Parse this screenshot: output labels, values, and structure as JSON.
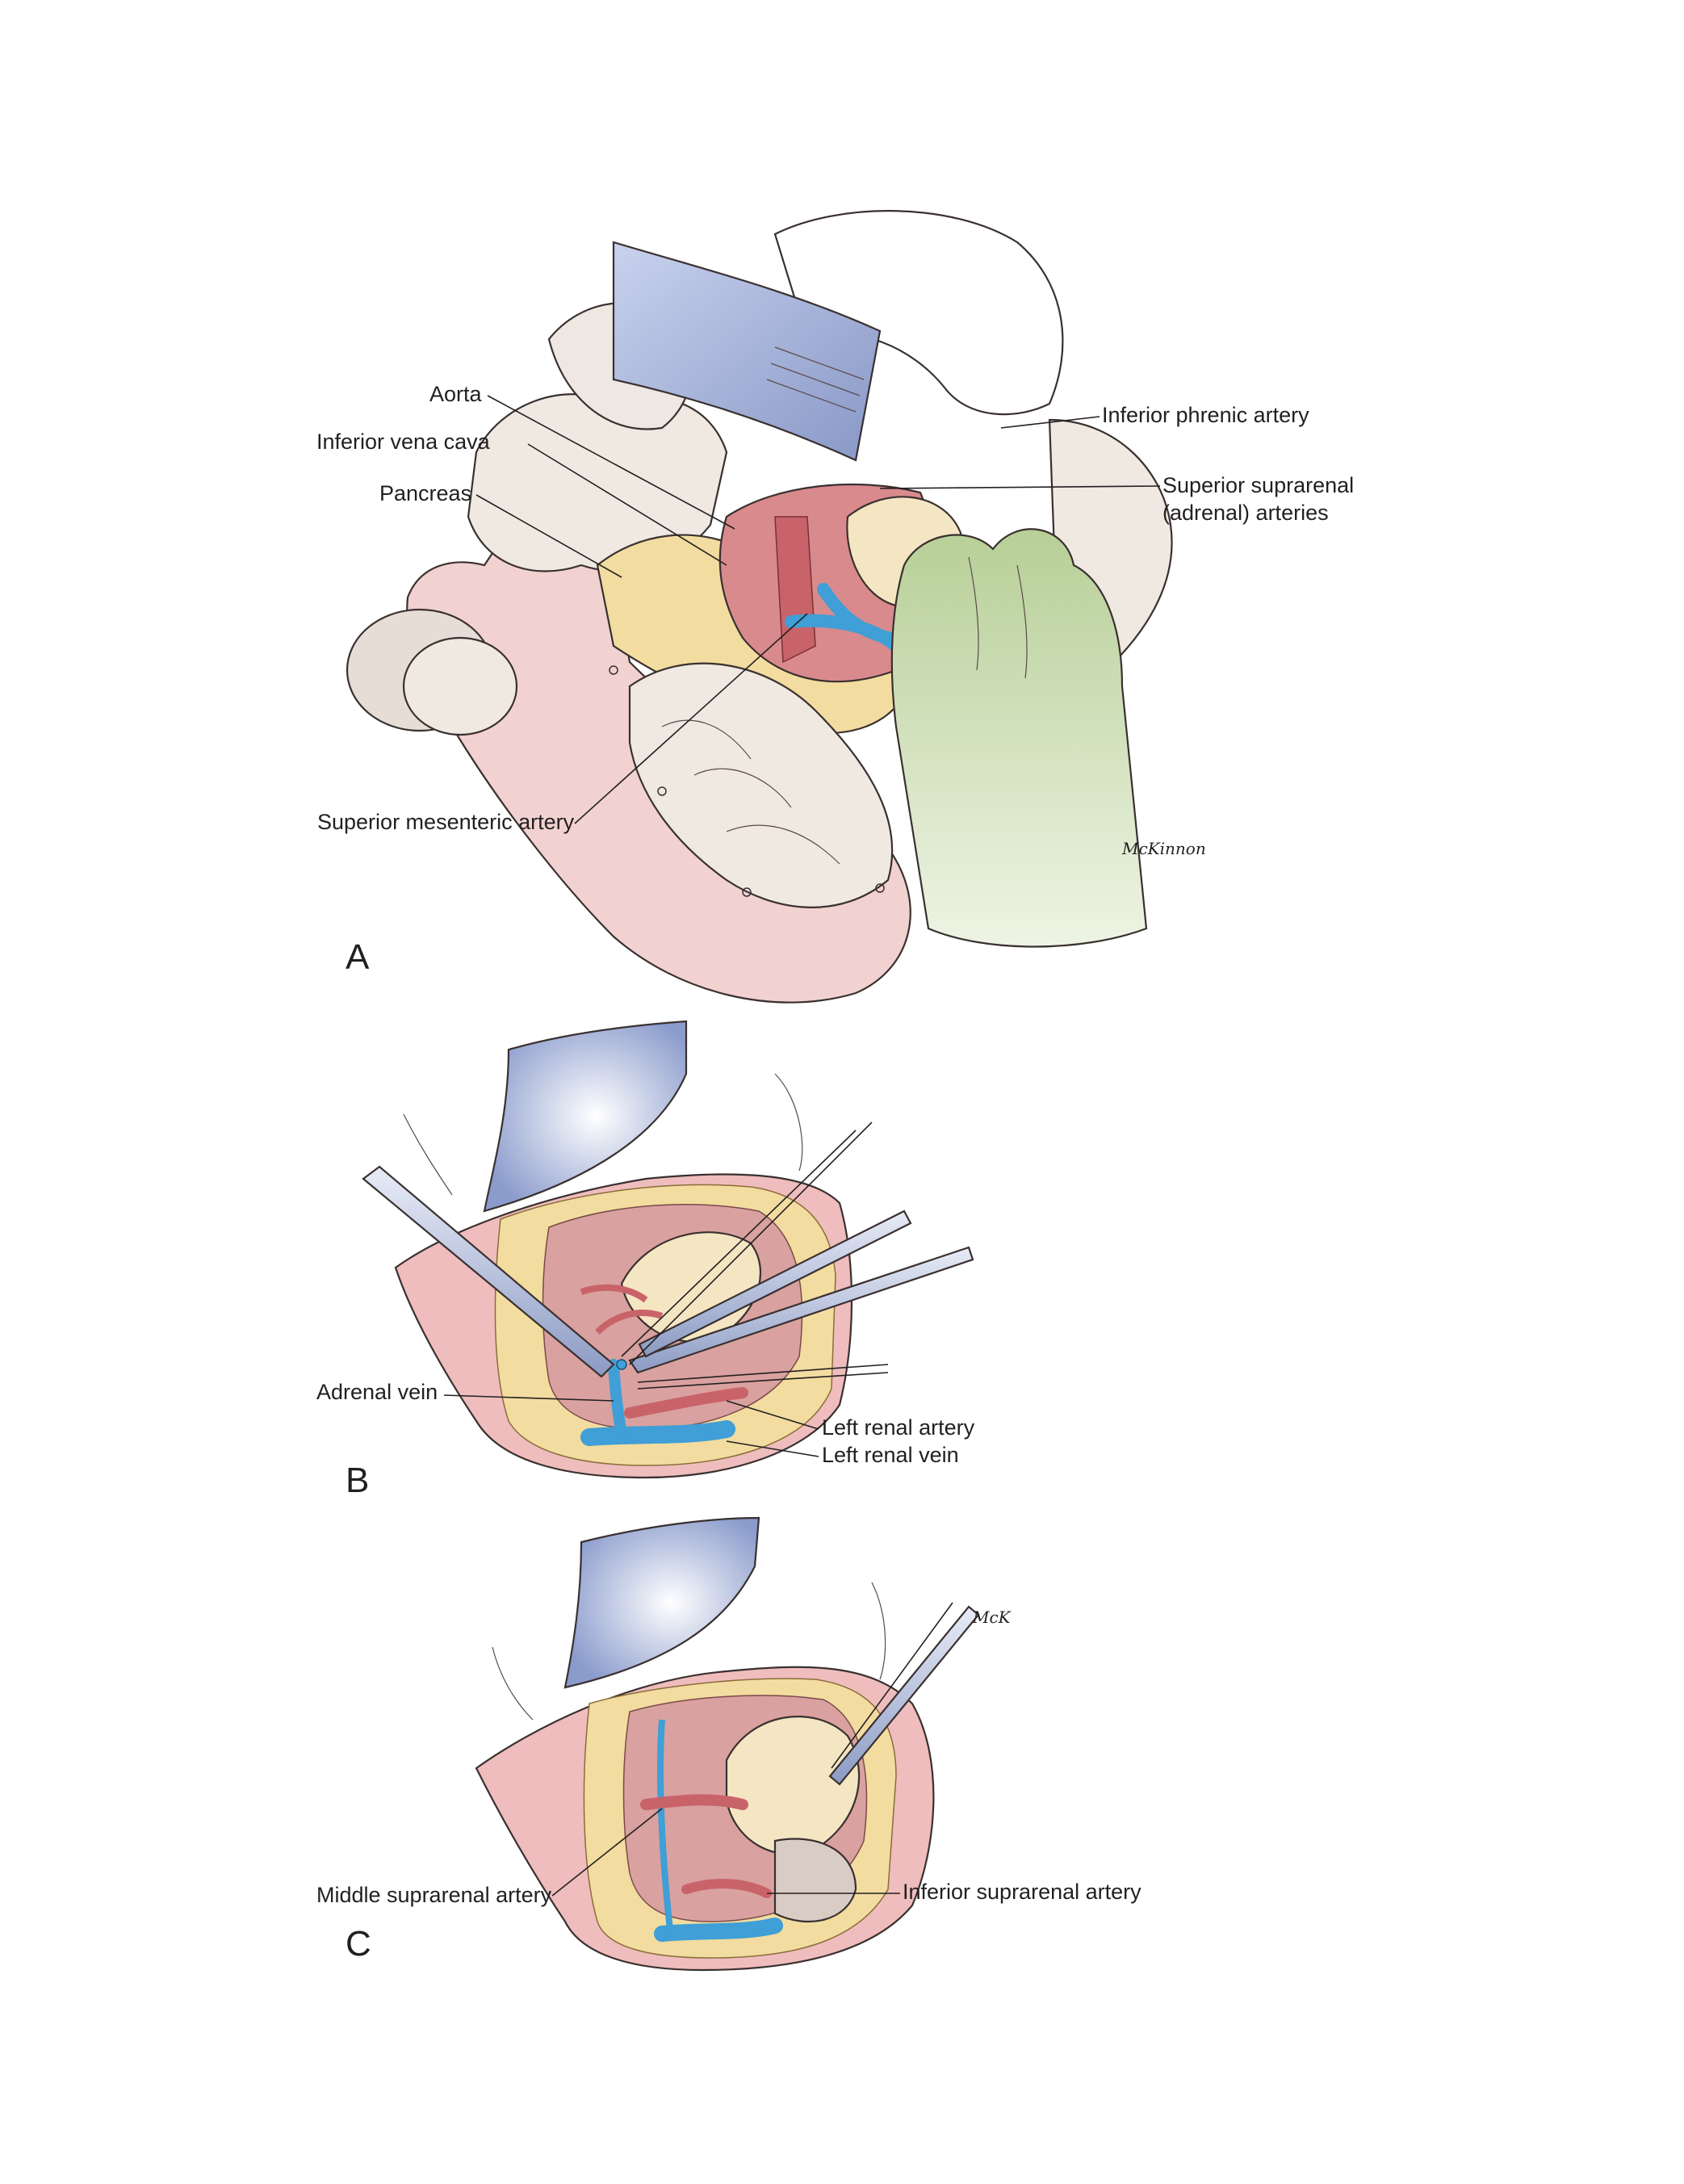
{
  "panels": [
    {
      "letter": "A",
      "labels": {
        "aorta": "Aorta",
        "ivc": "Inferior vena cava",
        "pancreas": "Pancreas",
        "sma": "Superior mesenteric artery",
        "inferior_phrenic": "Inferior phrenic artery",
        "superior_suprarenal_1": "Superior suprarenal",
        "superior_suprarenal_2": "(adrenal) arteries"
      },
      "signature": "McKinnon"
    },
    {
      "letter": "B",
      "labels": {
        "adrenal_vein": "Adrenal vein",
        "left_renal_artery": "Left renal artery",
        "left_renal_vein": "Left renal vein"
      }
    },
    {
      "letter": "C",
      "labels": {
        "middle_suprarenal": "Middle suprarenal artery",
        "inferior_suprarenal": "Inferior suprarenal artery"
      },
      "signature": "McK"
    }
  ],
  "colors": {
    "retractor": "#9fb0d8",
    "artery": "#c9636a",
    "vein": "#3f9fd6",
    "fat": "#f2dca0",
    "peritoneum": "#f1d2d0",
    "glove": "#cfe0b4",
    "bowel": "#efe9e2"
  }
}
